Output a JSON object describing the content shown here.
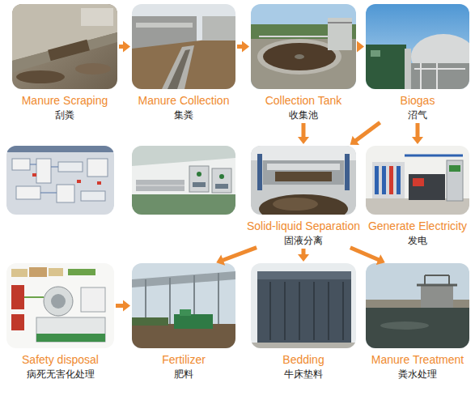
{
  "diagram": {
    "nodes": [
      {
        "text": [
          "Manure Scraping",
          "刮粪"
        ]
      },
      {
        "text": [
          "Manure Collection",
          "集粪"
        ]
      },
      {
        "text": [
          "Collection Tank",
          "收集池"
        ]
      },
      {
        "text": [
          "Biogas",
          "沼气"
        ]
      },
      {
        "text": [
          "Solid-liquid Separation",
          "固液分离"
        ]
      },
      {
        "text": [
          "Generate Electricity",
          "发电"
        ]
      },
      {
        "text": [
          "Safety disposal",
          "病死无害化处理"
        ]
      },
      {
        "text": [
          "Fertilizer",
          "肥料"
        ]
      },
      {
        "text": [
          "Bedding",
          "牛床垫料"
        ]
      },
      {
        "text": [
          "Manure Treatment",
          "粪水处理"
        ]
      }
    ],
    "edges": [
      {
        "from": 0,
        "to": 1,
        "arrow": "to"
      },
      {
        "from": 1,
        "to": 2,
        "arrow": "to"
      },
      {
        "from": 2,
        "to": 3,
        "arrow": "to"
      },
      {
        "from": 2,
        "to": 4,
        "arrow": "to"
      },
      {
        "from": 3,
        "to": 4,
        "arrow": "to"
      },
      {
        "from": 3,
        "to": 5,
        "arrow": "to"
      },
      {
        "from": 4,
        "to": 7,
        "arrow": "to"
      },
      {
        "from": 4,
        "to": 8,
        "arrow": "to"
      },
      {
        "from": 4,
        "to": 9,
        "arrow": "to"
      },
      {
        "from": 6,
        "to": 7,
        "arrow": "to"
      }
    ]
  }
}
